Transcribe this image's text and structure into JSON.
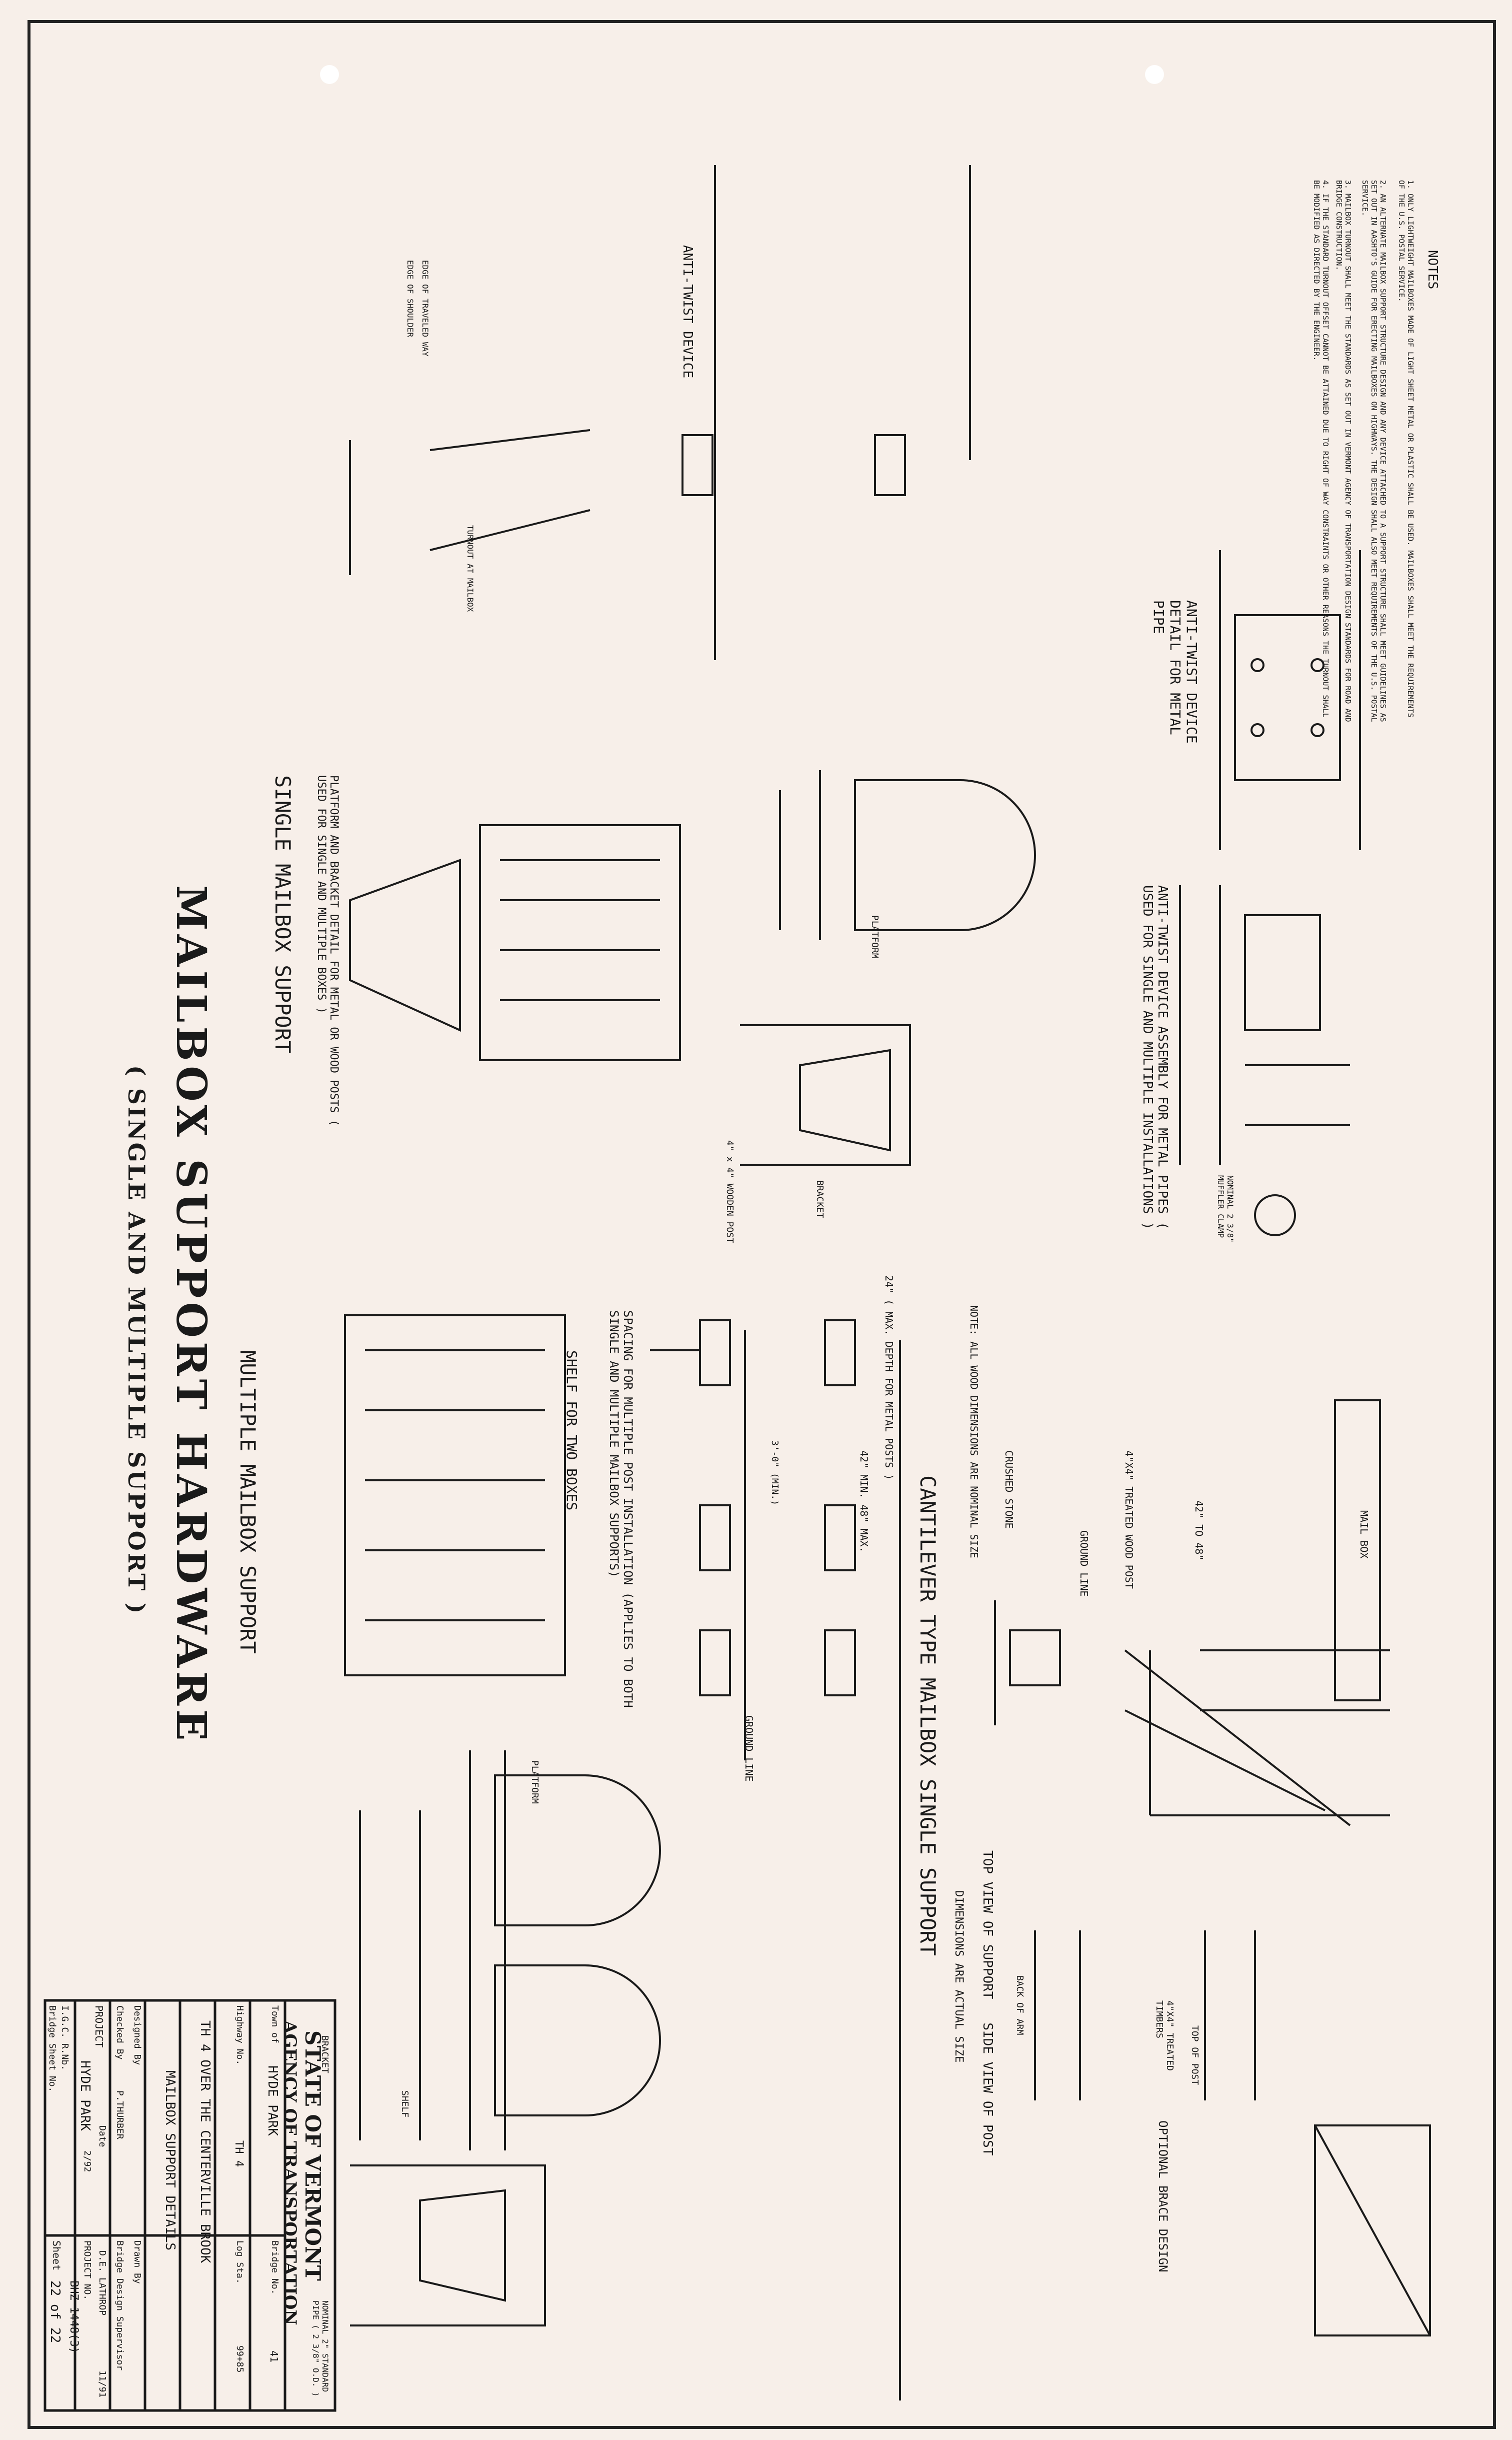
{
  "main_title": "MAILBOX SUPPORT HARDWARE",
  "main_subtitle": "( SINGLE AND MULTIPLE SUPPORT )",
  "notes": {
    "heading": "NOTES",
    "items": [
      "1. ONLY LIGHTWEIGHT MAILBOXES MADE OF LIGHT SHEET METAL OR PLASTIC SHALL BE USED. MAILBOXES SHALL MEET THE REQUIREMENTS OF THE U.S. POSTAL SERVICE.",
      "2. AN ALTERNATE MAILBOX SUPPORT STRUCTURE DESIGN AND ANY DEVICE ATTACHED TO A SUPPORT STRUCTURE SHALL MEET GUIDELINES AS SET OUT IN AASHTO'S GUIDE FOR ERECTING MAILBOXES ON HIGHWAYS. THE DESIGN SHALL ALSO MEET REQUIREMENTS OF THE U.S. POSTAL SERVICE.",
      "3. MAILBOX TURNOUT SHALL MEET THE STANDARDS AS SET OUT IN VERMONT AGENCY OF TRANSPORTATION DESIGN STANDARDS FOR ROAD AND BRIDGE CONSTRUCTION.",
      "4. IF THE STANDARD TURNOUT OFFSET CANNOT BE ATTAINED DUE TO RIGHT OF WAY CONSTRAINTS OR OTHER REASONS THE TURNOUT SHALL BE MODIFIED AS DIRECTED BY THE ENGINEER."
    ]
  },
  "sections": {
    "single_support": "SINGLE MAILBOX SUPPORT",
    "multiple_support": "MULTIPLE MAILBOX SUPPORT",
    "cantilever": "CANTILEVER TYPE MAILBOX SINGLE SUPPORT",
    "anti_twist_detail": "ANTI-TWIST DEVICE DETAIL FOR METAL PIPE",
    "anti_twist_assembly": "ANTI-TWIST DEVICE ASSEMBLY FOR METAL PIPES ( USED FOR SINGLE AND MULTIPLE INSTALLATIONS )",
    "platform_bracket": "PLATFORM AND BRACKET DETAIL FOR METAL OR WOOD POSTS ( USED FOR SINGLE AND MULTIPLE BOXES )",
    "spacing": "SPACING FOR MULTIPLE POST INSTALLATION (APPLIES TO BOTH SINGLE AND MULTIPLE MAILBOX SUPPORTS)",
    "shelf_two_boxes": "SHELF FOR TWO BOXES",
    "top_view": "TOP VIEW OF SUPPORT   SIDE VIEW OF POST",
    "dims_actual": "DIMENSIONS ARE ACTUAL SIZE",
    "optional_brace": "OPTIONAL BRACE DESIGN",
    "wood_note": "NOTE: ALL WOOD DIMENSIONS ARE NOMINAL SIZE"
  },
  "labels": {
    "anti_twist_device": "ANTI-TWIST DEVICE",
    "mail_box": "MAIL BOX",
    "ground_line": "GROUND LINE",
    "crushed_stone": "CRUSHED STONE",
    "platform": "PLATFORM",
    "bracket": "BRACKET",
    "shelf": "SHELF",
    "wooden_post": "4\" x 4\" WOODEN POST",
    "treated_wood_post": "4\"X4\" TREATED WOOD POST",
    "edge_of_travel_lane": "EDGE OF TRAVELED WAY",
    "edge_of_shoulder": "EDGE OF SHOULDER",
    "turnout": "TURNOUT AT MAILBOX",
    "muffler_clamp": "NOMINAL 2 3/8\" MUFFLER CLAMP",
    "std_pipe": "NOMINAL 2\" STANDARD PIPE ( 2 3/8\" O.D. )",
    "back_of_arm": "BACK OF ARM",
    "top_of_post": "TOP OF POST",
    "treated_timbers": "4\"X4\" TREATED TIMBERS",
    "max_depth": "24\" ( MAX. DEPTH FOR METAL POSTS )",
    "min_max_height": "42\" MIN. 48\" MAX.",
    "spacing_dim": "3'-0\" (MIN.)",
    "cantilever_dim": "42\" TO 48\""
  },
  "title_block": {
    "agency_line1": "STATE OF VERMONT",
    "agency_line2": "AGENCY OF TRANSPORTATION",
    "town_label": "Town of",
    "town_value": "HYDE PARK",
    "bridge_no_label": "Bridge No.",
    "bridge_no_value": "41",
    "highway_label": "Highway No.",
    "highway_value": "TH 4",
    "log_sta_label": "Log Sta.",
    "log_sta_value": "99+85",
    "location_value": "TH 4 OVER THE CENTERVILLE BROOK",
    "sheet_title": "MAILBOX SUPPORT DETAILS",
    "designed_label": "Designed By",
    "checked_label": "Checked By",
    "checked_value": "P.THURBER",
    "drawn_label": "Drawn By",
    "supervisor_label": "Bridge Design Supervisor",
    "supervisor_value": "D.E. LATHROP",
    "date_label": "Date",
    "date_value": "2/92",
    "date2_value": "11/91",
    "project_label": "PROJECT",
    "project_value": "HYDE PARK",
    "project_no_label": "PROJECT NO.",
    "project_no_value": "BHZ 1448(3)",
    "ugc_label": "I.G.C. R.Nb.",
    "bridge_sheet_label": "Bridge Sheet No.",
    "sheet_label": "Sheet",
    "sheet_value": "22 of 22"
  }
}
